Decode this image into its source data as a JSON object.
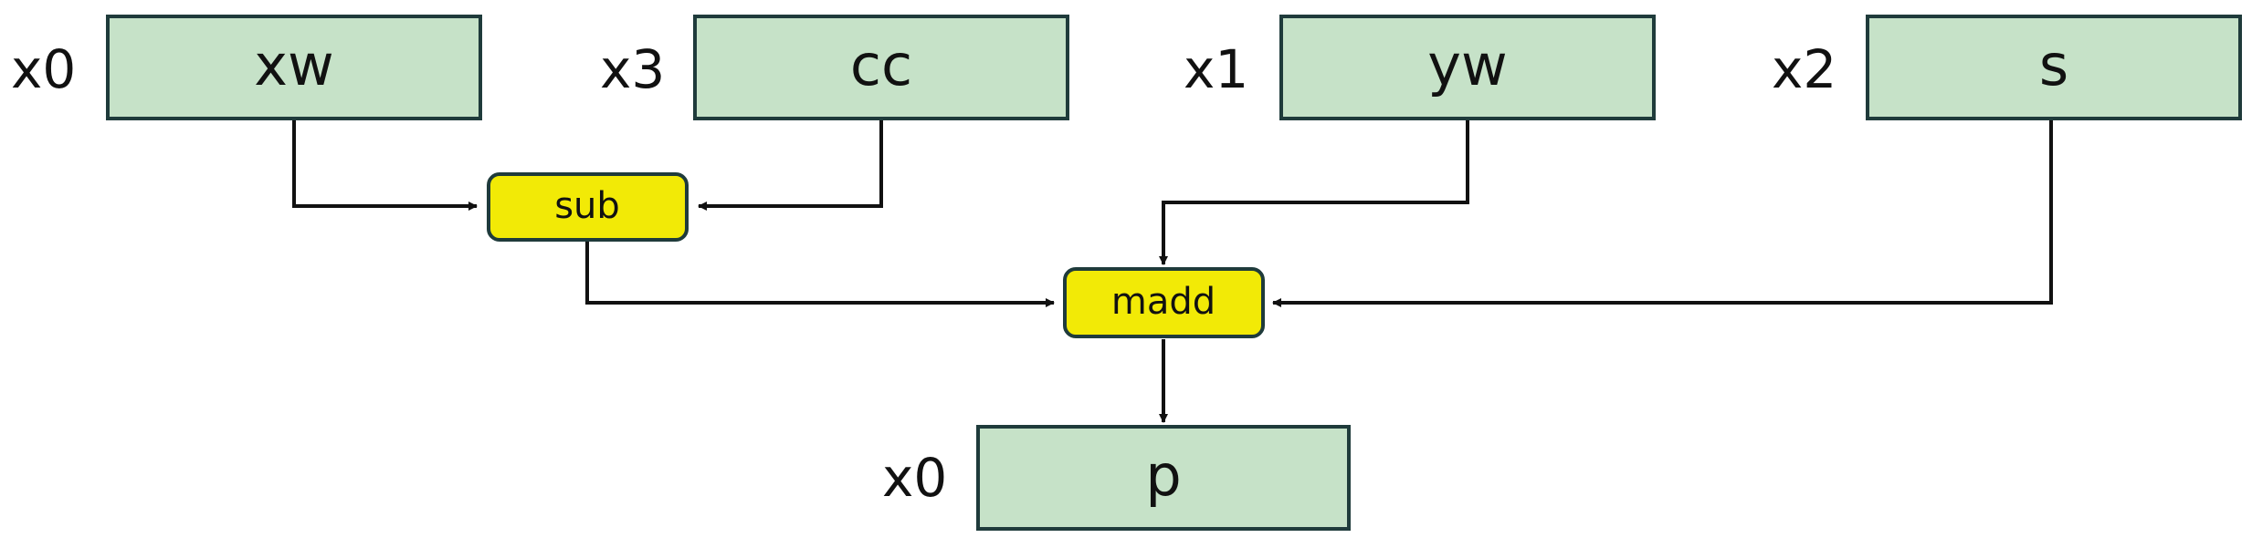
{
  "colors": {
    "register_fill": "#c6e2c8",
    "operation_fill": "#f2ea06",
    "outline": "#1f3b3b",
    "wire": "#111111"
  },
  "registers": {
    "xw": {
      "register": "x0",
      "value": "xw"
    },
    "cc": {
      "register": "x3",
      "value": "cc"
    },
    "yw": {
      "register": "x1",
      "value": "yw"
    },
    "s": {
      "register": "x2",
      "value": "s"
    },
    "p": {
      "register": "x0",
      "value": "p"
    }
  },
  "operations": {
    "sub": {
      "label": "sub"
    },
    "madd": {
      "label": "madd"
    }
  },
  "edges": [
    {
      "from": "xw",
      "to": "sub"
    },
    {
      "from": "cc",
      "to": "sub"
    },
    {
      "from": "yw",
      "to": "madd"
    },
    {
      "from": "sub",
      "to": "madd"
    },
    {
      "from": "s",
      "to": "madd"
    },
    {
      "from": "madd",
      "to": "p"
    }
  ]
}
